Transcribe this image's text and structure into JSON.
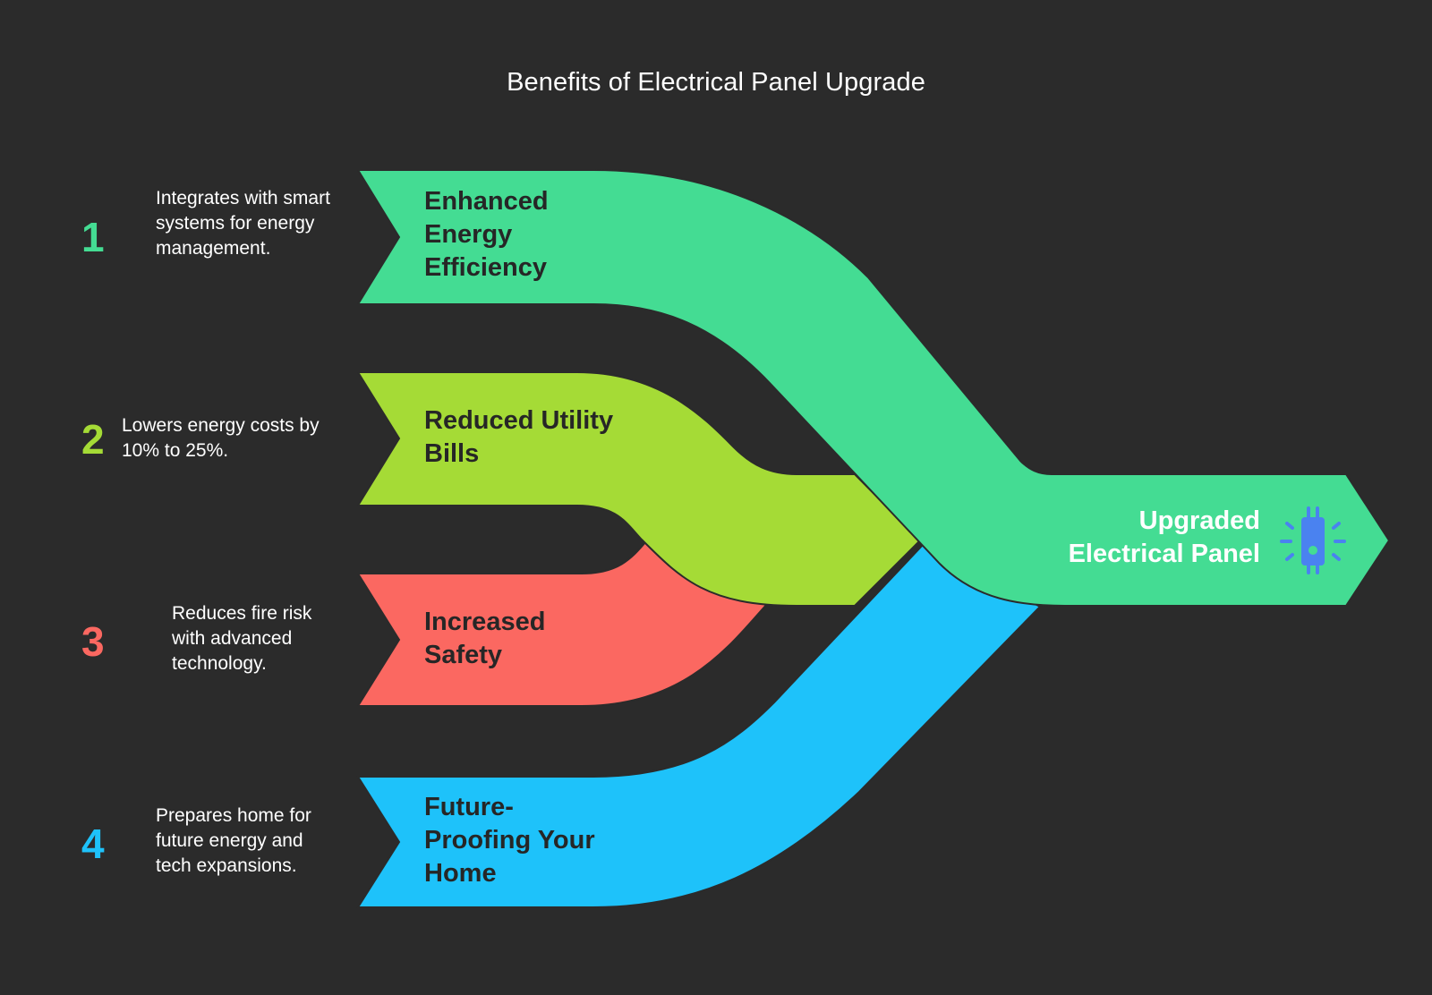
{
  "title": "Benefits of Electrical Panel Upgrade",
  "benefits": [
    {
      "number": "1",
      "label": "Enhanced Energy Efficiency",
      "description": "Integrates with smart systems for energy management.",
      "color": "#44dc93"
    },
    {
      "number": "2",
      "label": "Reduced Utility Bills",
      "description": "Lowers energy costs by 10% to 25%.",
      "color": "#a5db36"
    },
    {
      "number": "3",
      "label": "Increased Safety",
      "description": "Reduces fire risk with advanced technology.",
      "color": "#fb6861"
    },
    {
      "number": "4",
      "label": "Future-Proofing Your Home",
      "description": "Prepares home for future energy and tech expansions.",
      "color": "#1ec2fa"
    }
  ],
  "result": {
    "label": "Upgraded Electrical Panel",
    "icon": "circuit-chip-icon",
    "icon_color": "#4a82f0",
    "color": "#44dc93"
  },
  "background": "#2b2b2b"
}
